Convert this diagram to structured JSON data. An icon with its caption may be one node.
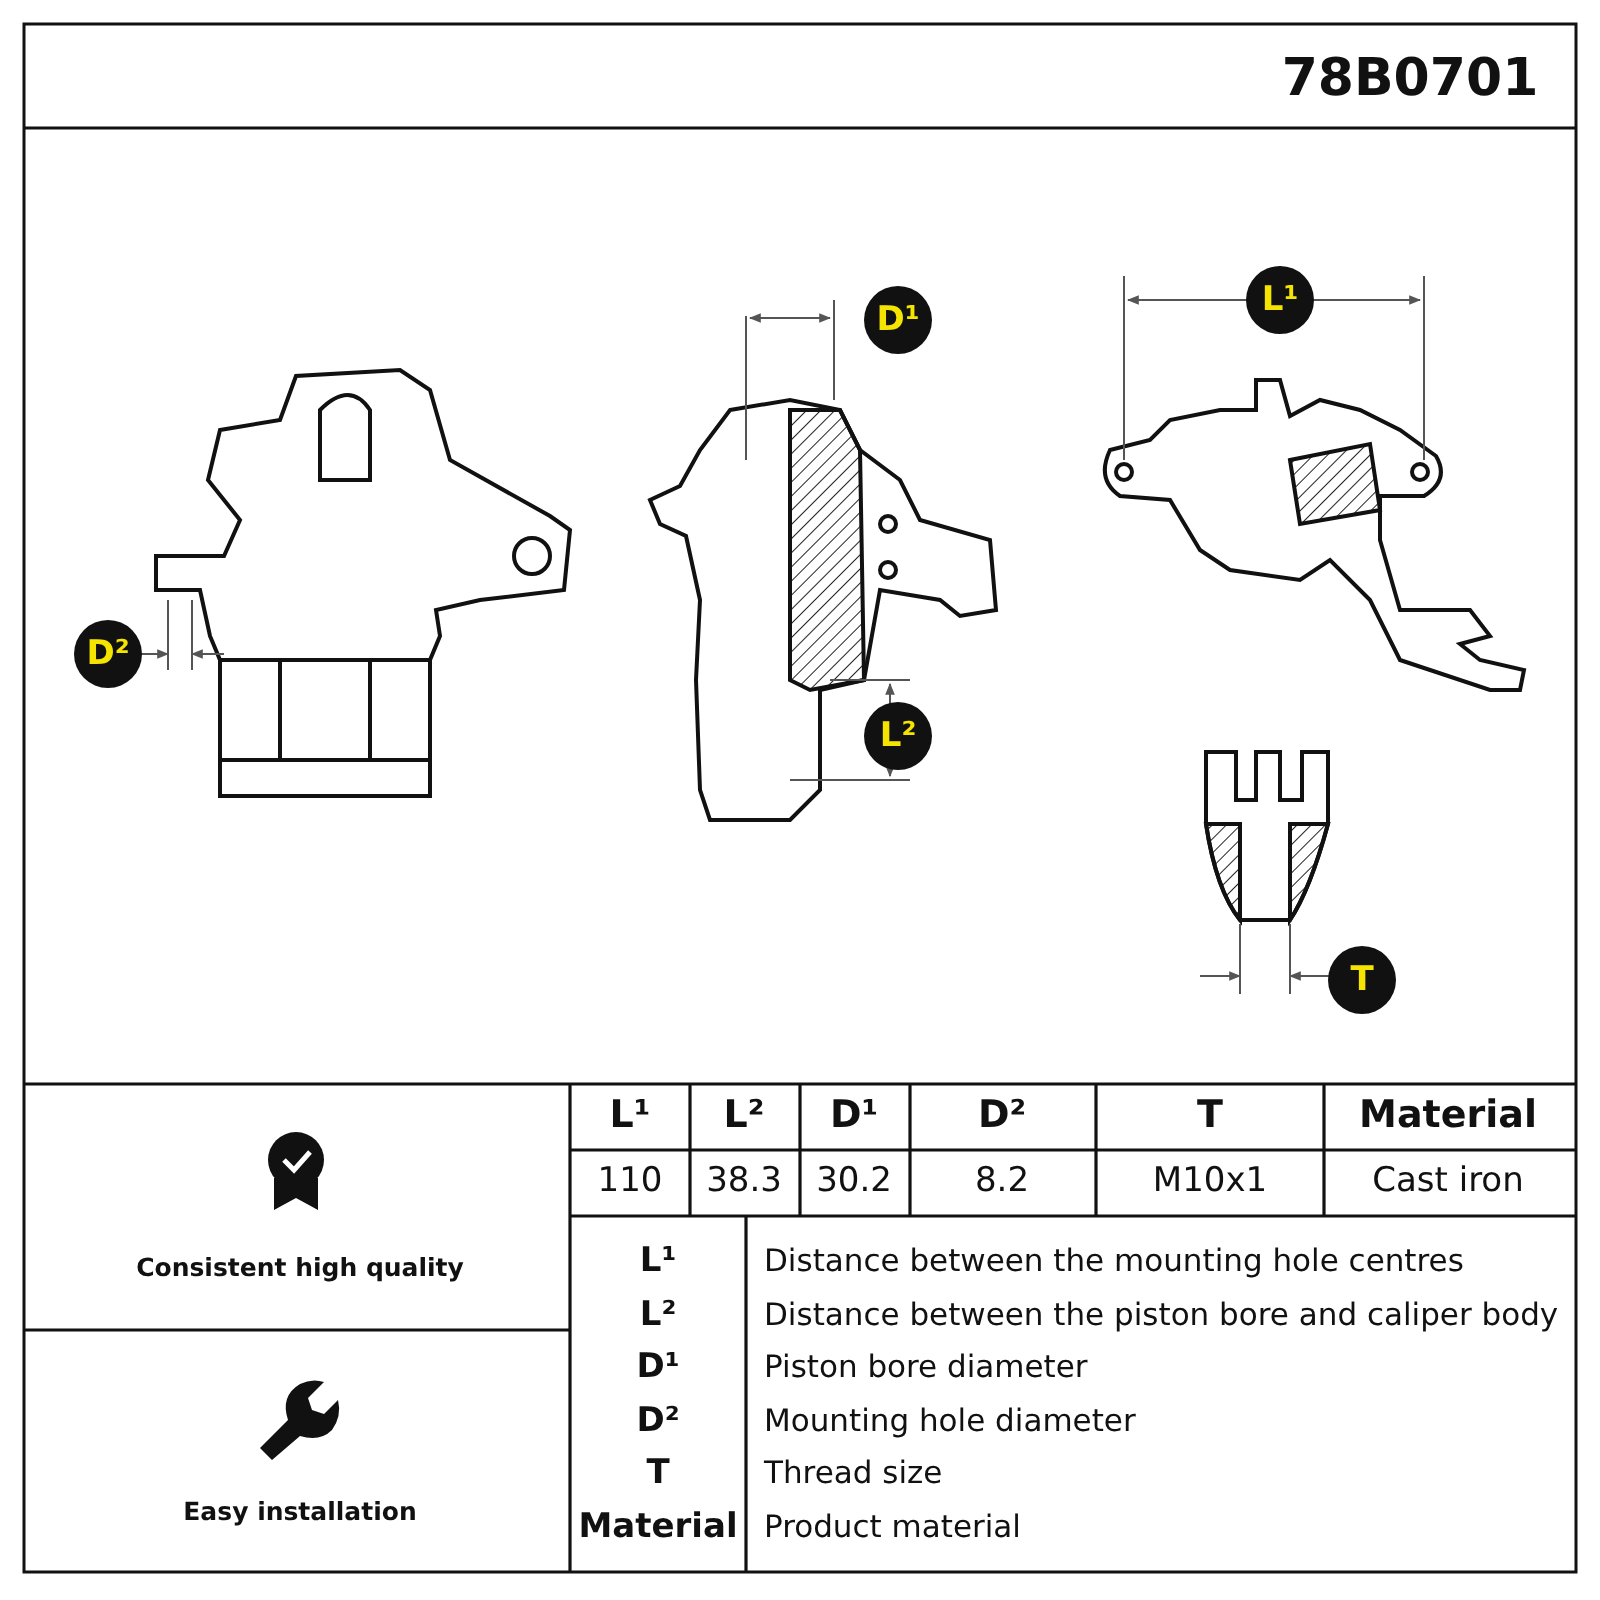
{
  "diagram": {
    "labels": [
      "78B0701",
      "D¹",
      "L¹",
      "D²",
      "L²",
      "T",
      "L¹",
      "L²",
      "D¹",
      "D²",
      "T",
      "Material",
      "110",
      "38.3",
      "30.2",
      "8.2",
      "M10x1",
      "Cast iron",
      "Consistent high quality",
      "Easy installation",
      "L¹",
      "Distance between the mounting hole centres",
      "L²",
      "Distance between the piston bore and caliper body",
      "D¹",
      "Piston bore diameter",
      "D²",
      "Mounting hole diameter",
      "T",
      "Thread size",
      "Material",
      "Product material"
    ]
  }
}
